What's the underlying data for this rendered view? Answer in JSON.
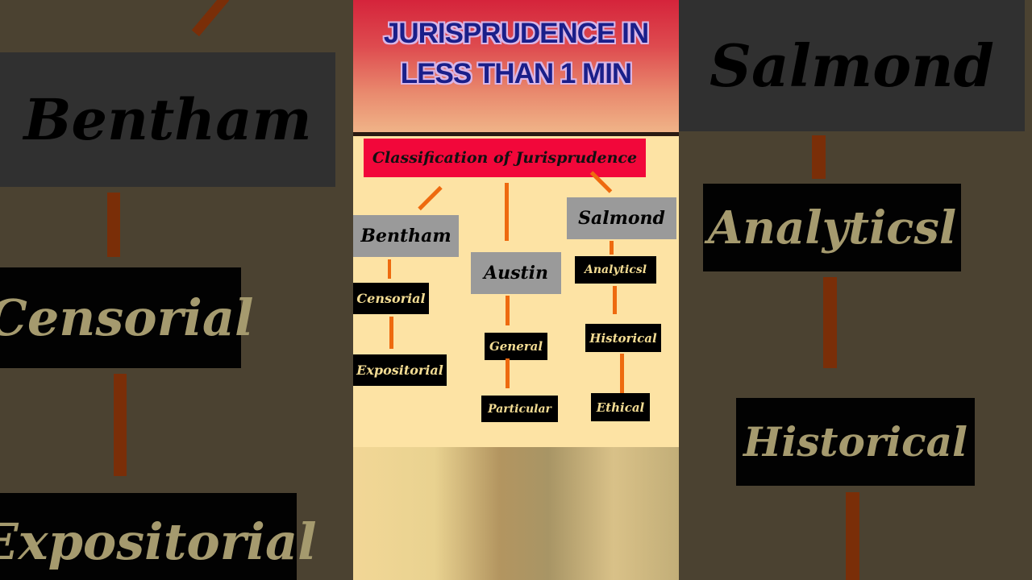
{
  "header": {
    "title_line1": "JURISPRUDENCE IN",
    "title_line2": "LESS THAN 1 MIN"
  },
  "diagram": {
    "root": "Classification of Jurisprudence",
    "branches": [
      {
        "name": "Bentham",
        "children": [
          "Censorial",
          "Expositorial"
        ]
      },
      {
        "name": "Austin",
        "children": [
          "General",
          "Particular"
        ]
      },
      {
        "name": "Salmond",
        "children": [
          "Analyticsl",
          "Historical",
          "Ethical"
        ]
      }
    ]
  },
  "side_left": {
    "labels": [
      "Bentham",
      "Censorial",
      "Expositorial"
    ]
  },
  "side_right": {
    "labels": [
      "Salmond",
      "Analyticsl",
      "Historical"
    ]
  },
  "colors": {
    "header_red": "#d5243b",
    "title_blue": "#1a1f8a",
    "root_red": "#f2073a",
    "canvas": "#fde3a4",
    "connector": "#ee6a0f",
    "gray_box": "#9a9a9a",
    "black_box": "#000000",
    "gold_text": "#f3dc93"
  }
}
